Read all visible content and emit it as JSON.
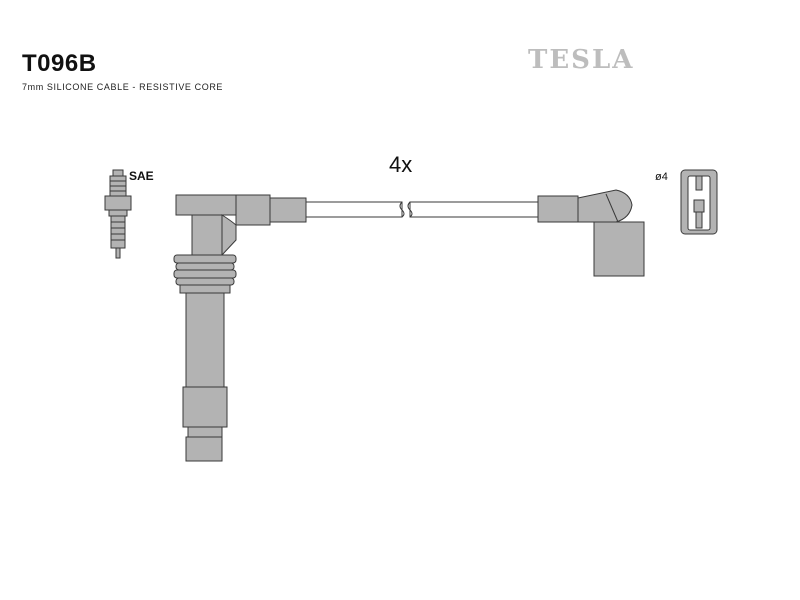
{
  "header": {
    "part_number": "T096B",
    "subtitle": "7mm SILICONE CABLE - RESISTIVE CORE",
    "brand": "TESLA"
  },
  "labels": {
    "spark_plug": "SAE",
    "quantity": "4x",
    "terminal_diameter": "ø4"
  },
  "colors": {
    "component_fill": "#b3b3b3",
    "outline": "#3a3a3a",
    "brand": "#bdbdbd"
  }
}
